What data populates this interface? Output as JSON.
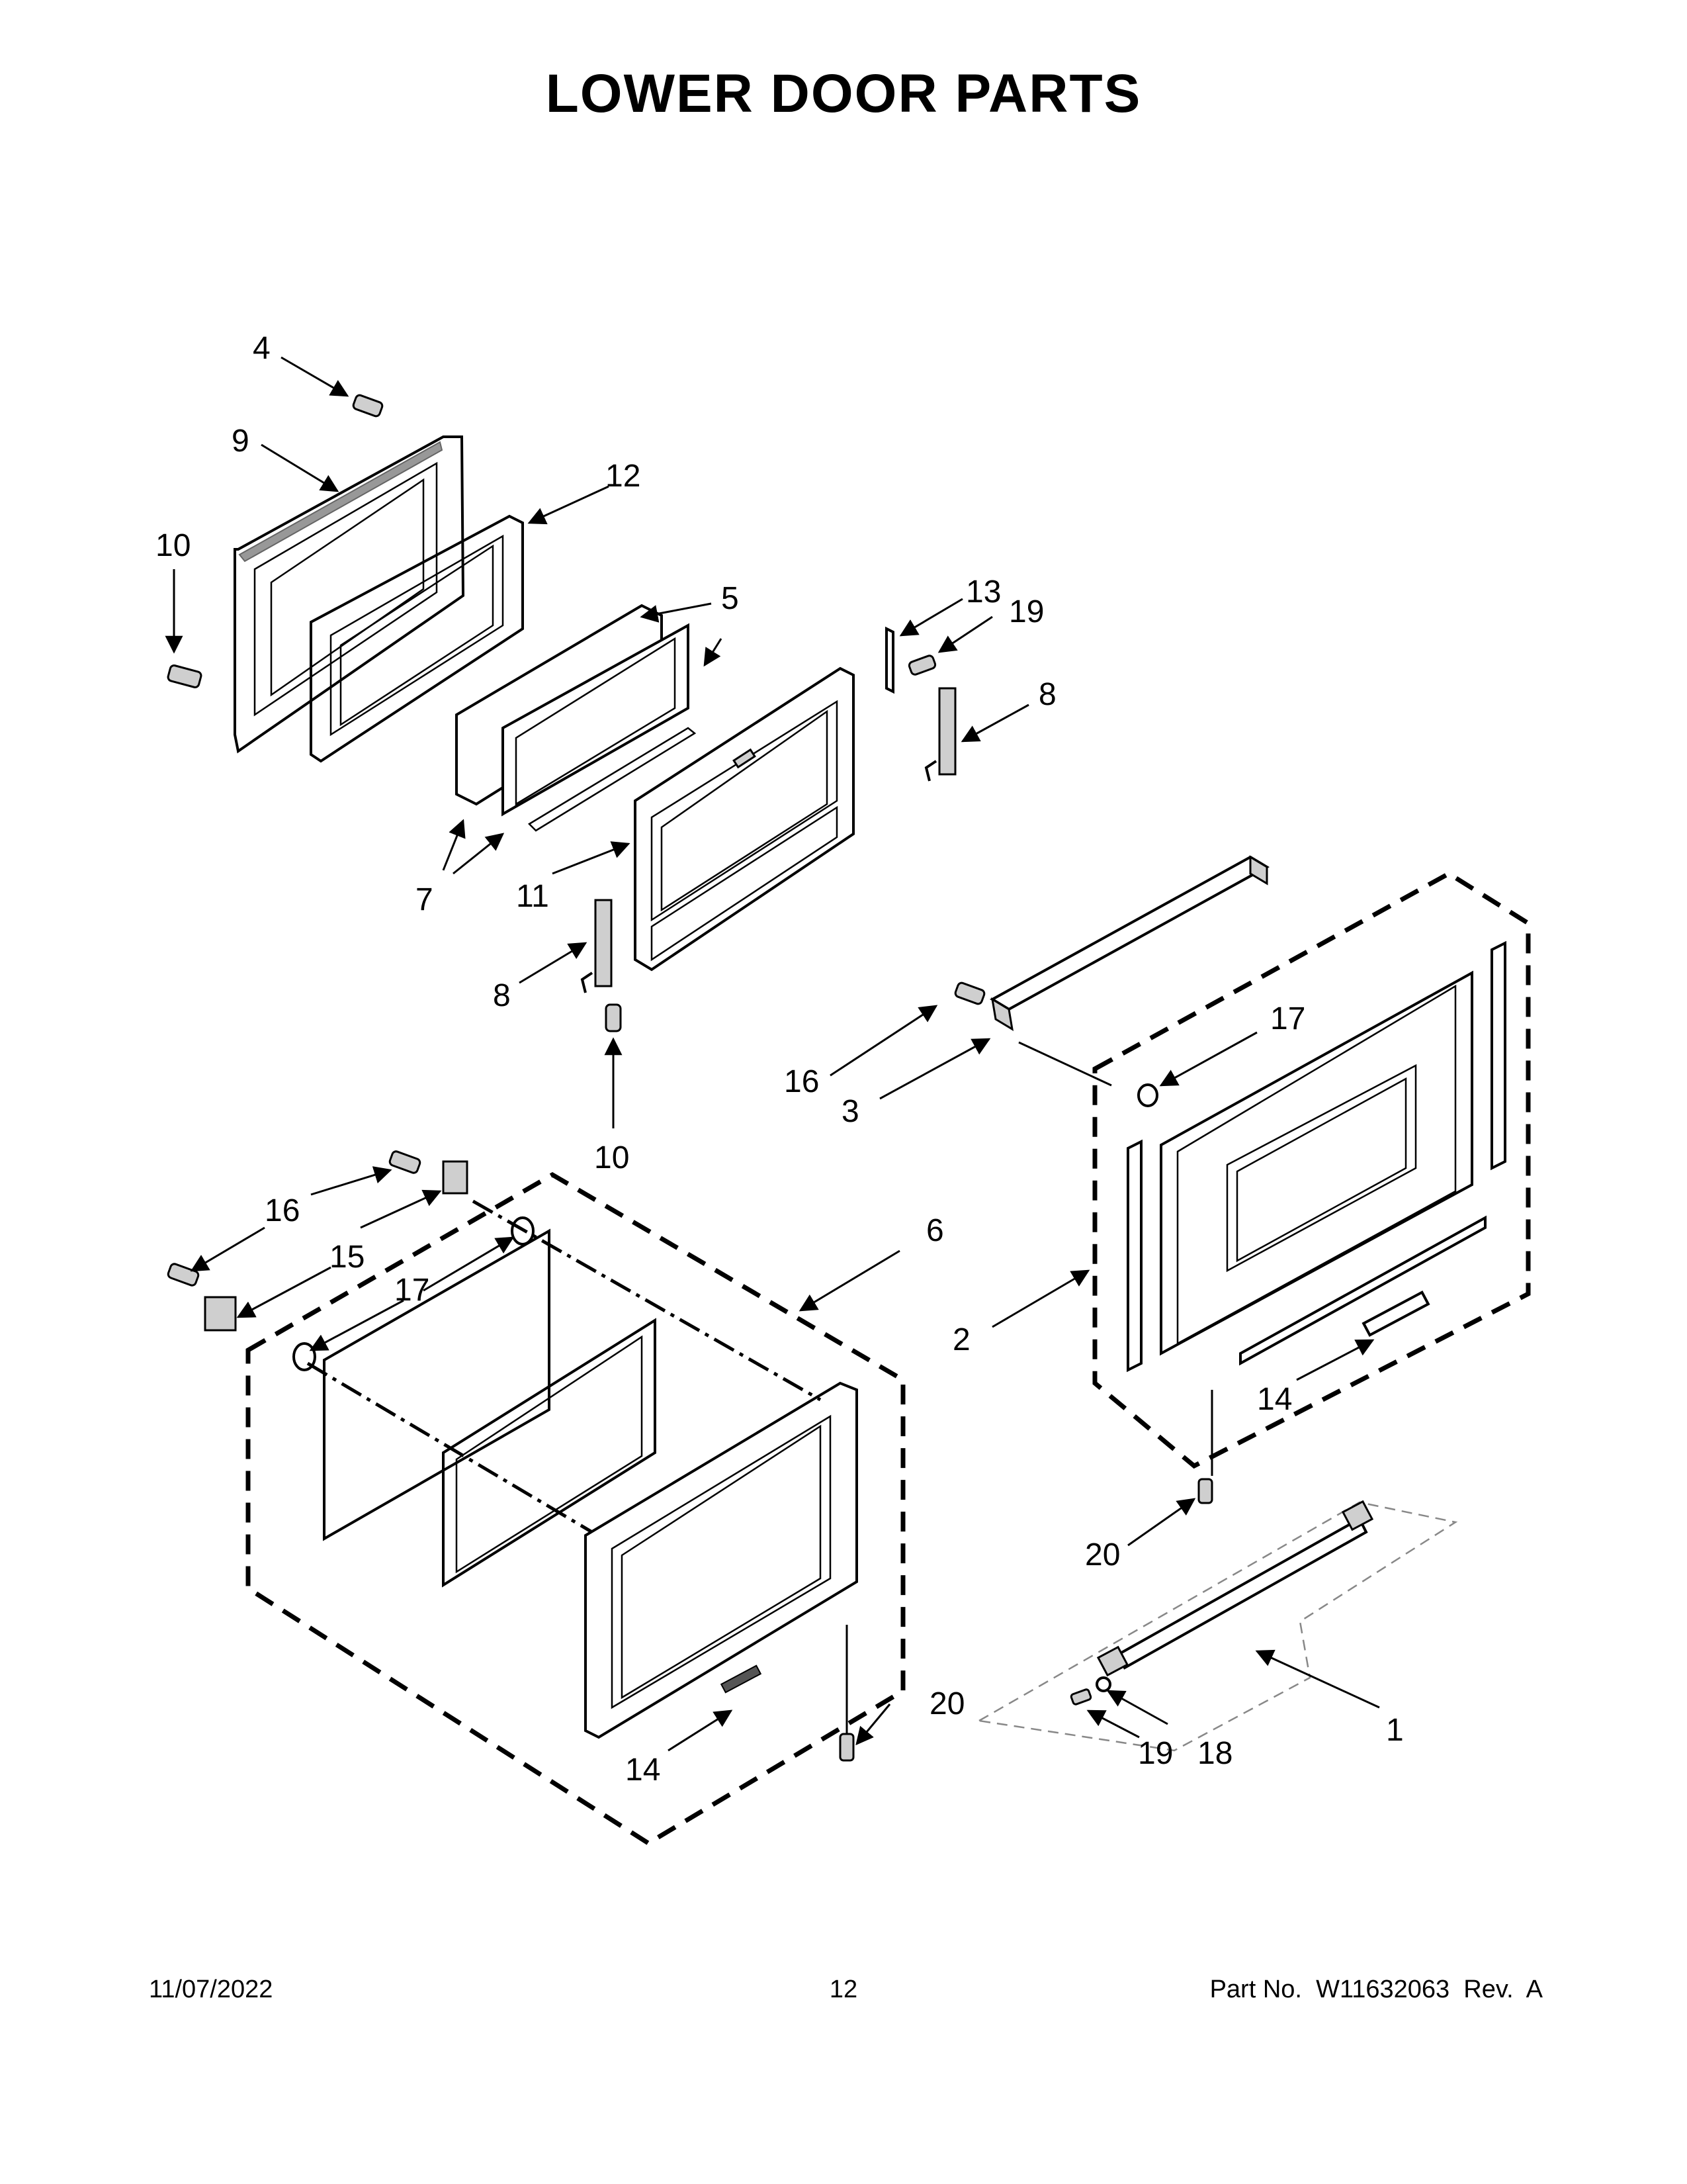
{
  "page": {
    "title": "LOWER DOOR PARTS",
    "footer": {
      "date": "11/07/2022",
      "page_number": "12",
      "part_number": "Part No.  W11632063  Rev.  A"
    }
  },
  "callouts": {
    "c1": "1",
    "c2": "2",
    "c3": "3",
    "c4": "4",
    "c5": "5",
    "c6": "6",
    "c7": "7",
    "c8a": "8",
    "c8b": "8",
    "c9": "9",
    "c10a": "10",
    "c10b": "10",
    "c11": "11",
    "c12": "12",
    "c13": "13",
    "c14a": "14",
    "c14b": "14",
    "c15": "15",
    "c16a": "16",
    "c16b": "16",
    "c17a": "17",
    "c17b": "17",
    "c18": "18",
    "c19a": "19",
    "c19b": "19",
    "c20a": "20",
    "c20b": "20"
  }
}
